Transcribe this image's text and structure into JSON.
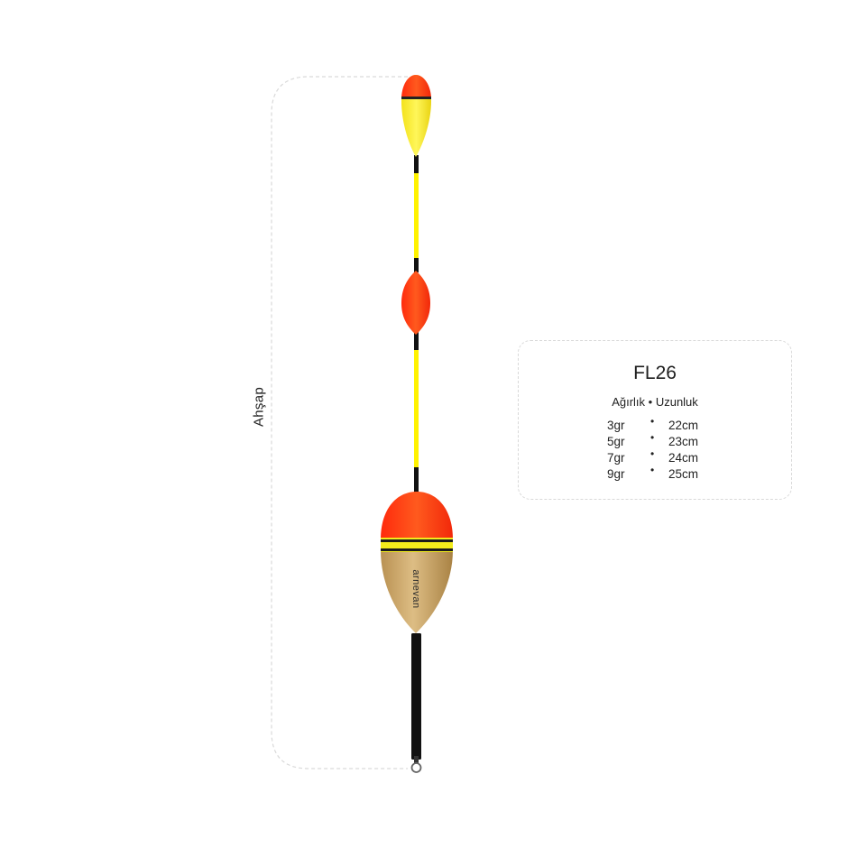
{
  "material_label": "Ahşap",
  "logo_text": "arnevan",
  "spec_card": {
    "model": "FL26",
    "header": "Ağırlık • Uzunluk",
    "separator": "•",
    "rows": [
      {
        "weight": "3gr",
        "length": "22cm"
      },
      {
        "weight": "5gr",
        "length": "23cm"
      },
      {
        "weight": "7gr",
        "length": "24cm"
      },
      {
        "weight": "9gr",
        "length": "25cm"
      }
    ]
  },
  "colors": {
    "body_red": "#ff3b12",
    "tip_yellow": "#f6ee2a",
    "stem_yellow": "#fff200",
    "wood": "#d4b074",
    "stem_black": "#111111",
    "dashed_outline": "#d9d9d9"
  }
}
